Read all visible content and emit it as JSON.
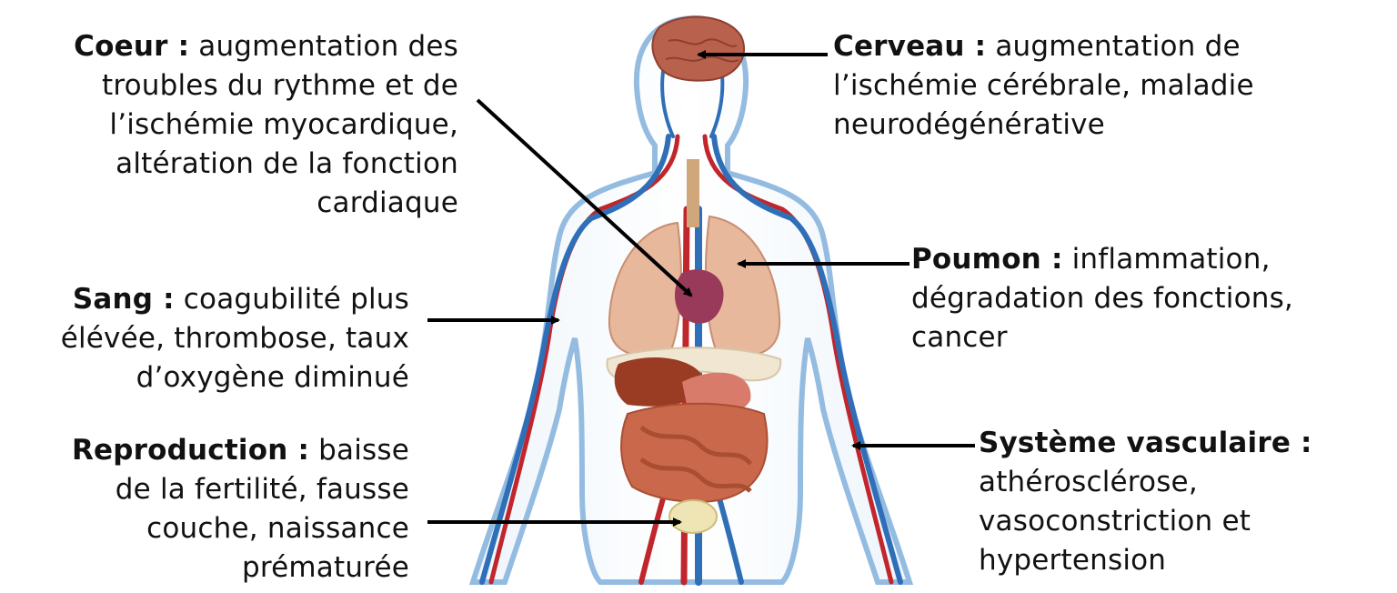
{
  "labels": {
    "coeur": {
      "title": "Coeur :",
      "lines": [
        "augmentation des",
        "troubles du rythme et de",
        "l’ischémie myocardique,",
        "altération de la fonction",
        "cardiaque"
      ]
    },
    "sang": {
      "title": "Sang :",
      "lines": [
        "coagubilité plus",
        "élévée, thrombose, taux",
        "d’oxygène diminué"
      ]
    },
    "reproduction": {
      "title": "Reproduction :",
      "lines": [
        "baisse",
        "de la fertilité, fausse",
        "couche, naissance",
        "prématurée"
      ]
    },
    "cerveau": {
      "title": "Cerveau :",
      "lines": [
        "augmentation de",
        "l’ischémie cérébrale, maladie",
        "neurodégénérative"
      ]
    },
    "poumon": {
      "title": "Poumon :",
      "lines": [
        "inflammation,",
        "dégradation des fonctions,",
        "cancer"
      ]
    },
    "vasculaire": {
      "title": "Système vasculaire :",
      "lines": [
        "athérosclérose,",
        "vasoconstriction et",
        "hypertension"
      ]
    }
  },
  "colors": {
    "artery": "#c0262b",
    "vein": "#2f6fb8",
    "skin_outline": "#8fb9e0",
    "lung": "#e8b89c",
    "liver": "#9a3b24",
    "intestine": "#c9684a",
    "brain": "#b8614d",
    "arrow": "#000000"
  }
}
